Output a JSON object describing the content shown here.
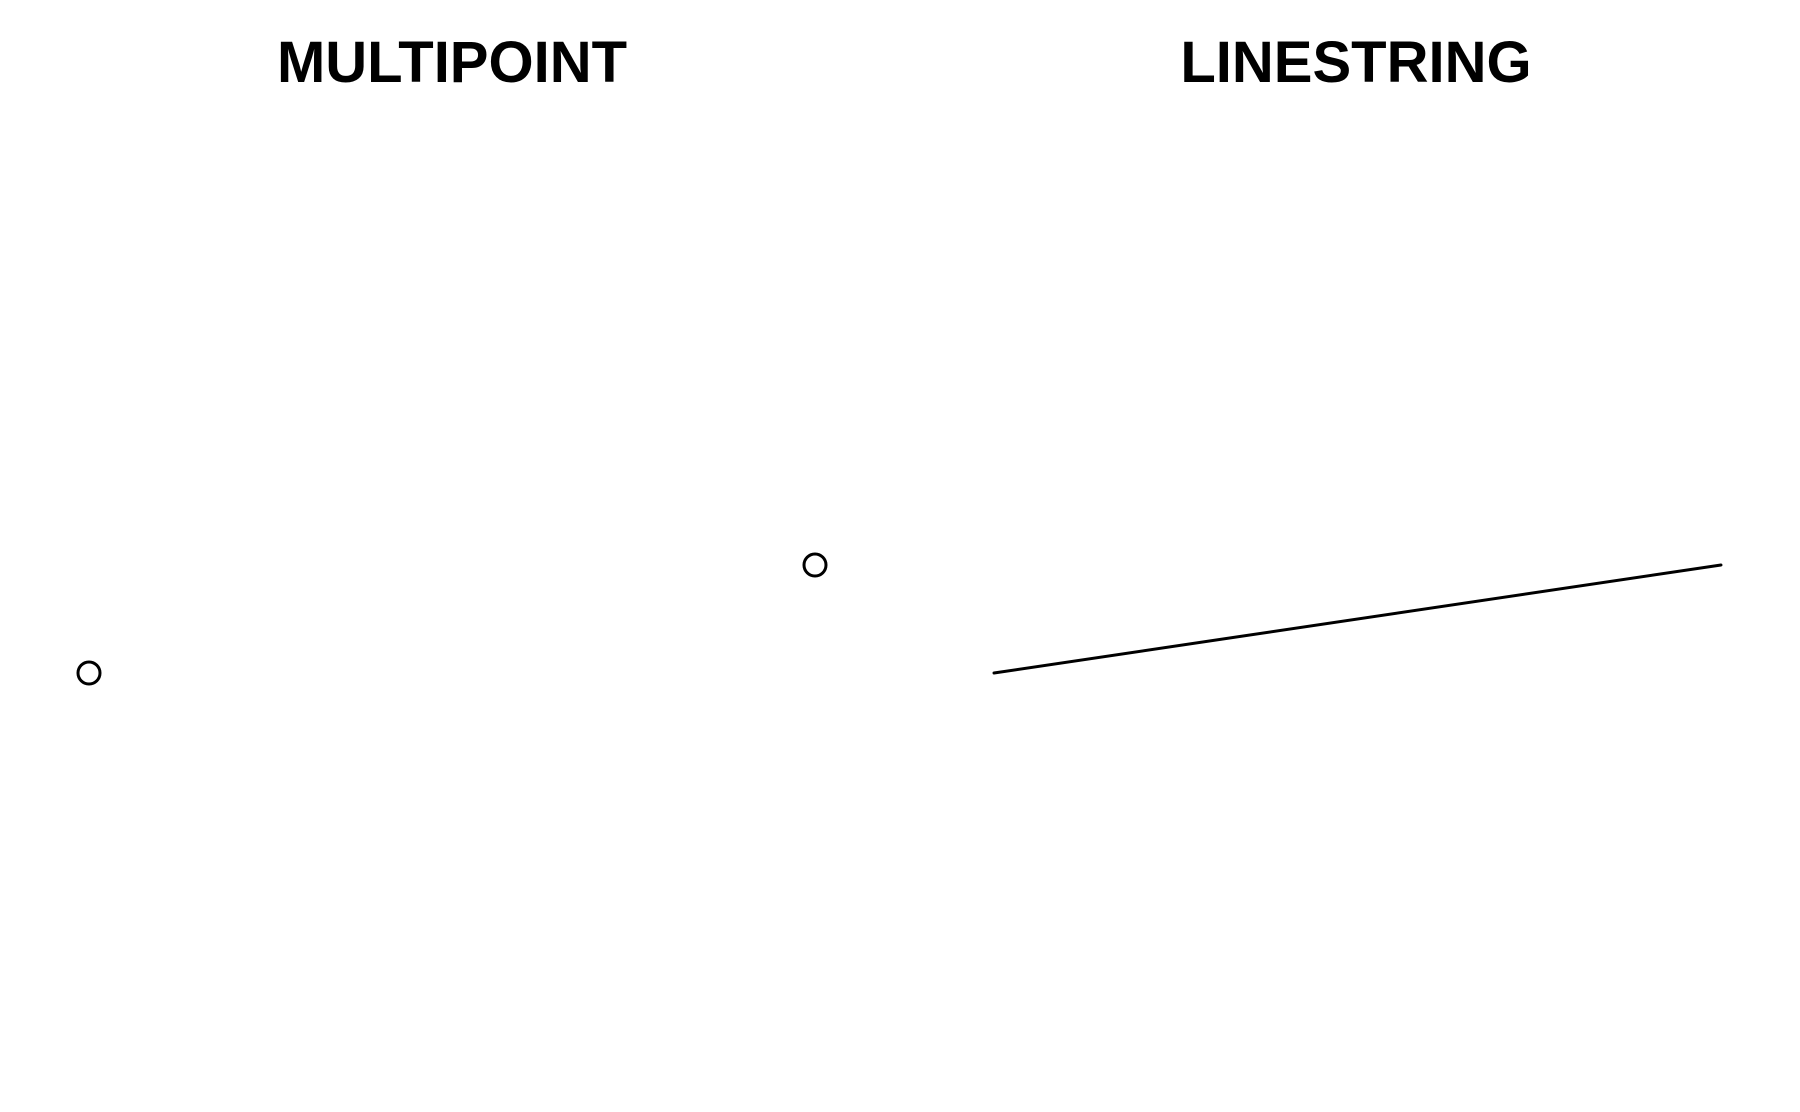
{
  "colors": {
    "background": "#ffffff",
    "marks": "#000000"
  },
  "chart_data": [
    {
      "type": "scatter",
      "title": "MULTIPOINT",
      "grid": false,
      "marker": "open-circle",
      "points": [
        {
          "x": 0,
          "y": 0
        },
        {
          "x": 1,
          "y": 0.148
        }
      ]
    },
    {
      "type": "line",
      "title": "LINESTRING",
      "grid": false,
      "points": [
        {
          "x": 0,
          "y": 0
        },
        {
          "x": 1,
          "y": 0.148
        }
      ]
    }
  ]
}
